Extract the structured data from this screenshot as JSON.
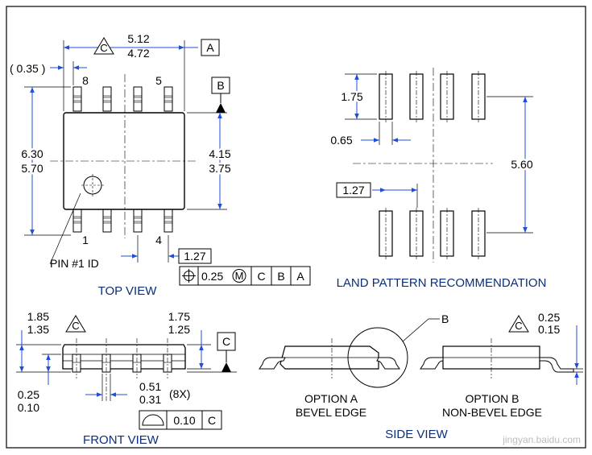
{
  "colors": {
    "line": "#000000",
    "dimension": "#1f4fd8",
    "title_text": "#0b2f7a",
    "watermark": "#bdbdbd"
  },
  "top_view": {
    "title": "TOP VIEW",
    "length_max": "5.12",
    "length_min": "4.72",
    "datum_a": "A",
    "datum_b": "B",
    "datum_note_c": "C",
    "lead_offset": "( 0.35 )",
    "pin_8": "8",
    "pin_5": "5",
    "pin_1": "1",
    "pin_4": "4",
    "span_max": "6.30",
    "span_min": "5.70",
    "body_max": "4.15",
    "body_min": "3.75",
    "pin1_label": "PIN #1 ID",
    "pitch": "1.27",
    "fcf": {
      "symbol": "position-icon",
      "tolerance": "0.25",
      "modifier": "M",
      "datum1": "C",
      "datum2": "B",
      "datum3": "A"
    }
  },
  "land_pattern": {
    "title": "LAND PATTERN RECOMMENDATION",
    "pad_length": "1.75",
    "pad_width": "0.65",
    "row_span": "5.60",
    "pitch": "1.27"
  },
  "front_view": {
    "title": "FRONT VIEW",
    "height_max": "1.85",
    "height_min": "1.35",
    "note_c": "C",
    "body_max": "1.75",
    "body_min": "1.25",
    "datum_c": "C",
    "standoff_max": "0.25",
    "standoff_min": "0.10",
    "lead_w_max": "0.51",
    "lead_w_min": "0.31",
    "lead_count": "(8X)",
    "fcf": {
      "symbol": "profile-icon",
      "tolerance": "0.10",
      "datum": "C"
    }
  },
  "side_view": {
    "title": "SIDE VIEW",
    "detail_b": "B",
    "thick_max": "0.25",
    "thick_min": "0.15",
    "note_c": "C",
    "option_a_1": "OPTION A",
    "option_a_2": "BEVEL EDGE",
    "option_b_1": "OPTION B",
    "option_b_2": "NON-BEVEL EDGE"
  },
  "watermark": "jingyan.baidu.com"
}
